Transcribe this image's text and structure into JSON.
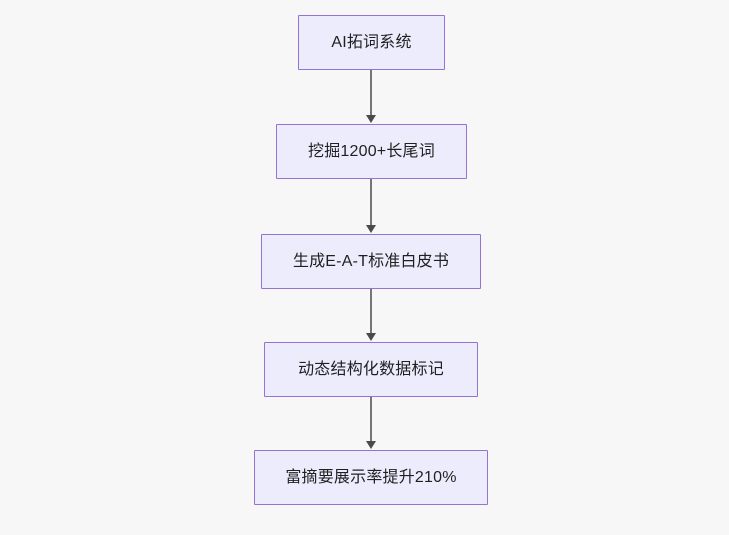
{
  "diagram": {
    "type": "flowchart",
    "direction": "top-to-bottom",
    "background_color": "#f7f7f8",
    "node_fill_color": "#ececfd",
    "node_border_color": "#9673d3",
    "node_text_color": "#1f2020",
    "edge_color": "#767676",
    "arrowhead_color": "#4a4a4a",
    "nodes": [
      {
        "id": "n1",
        "label": "AI拓词系统"
      },
      {
        "id": "n2",
        "label": "挖掘1200+长尾词"
      },
      {
        "id": "n3",
        "label": "生成E-A-T标准白皮书"
      },
      {
        "id": "n4",
        "label": "动态结构化数据标记"
      },
      {
        "id": "n5",
        "label": "富摘要展示率提升210%"
      }
    ],
    "edges": [
      {
        "from": "n1",
        "to": "n2",
        "label": ""
      },
      {
        "from": "n2",
        "to": "n3",
        "label": ""
      },
      {
        "from": "n3",
        "to": "n4",
        "label": ""
      },
      {
        "from": "n4",
        "to": "n5",
        "label": ""
      }
    ]
  }
}
